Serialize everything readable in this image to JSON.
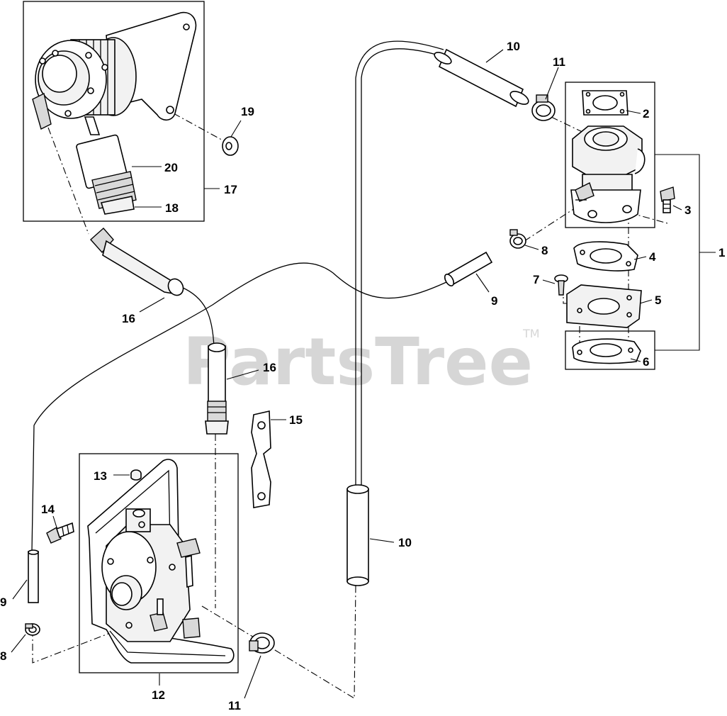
{
  "watermark": {
    "text": "PartsTree",
    "tm": "TM"
  },
  "callouts": {
    "c1": "1",
    "c2": "2",
    "c3": "3",
    "c4": "4",
    "c5": "5",
    "c6": "6",
    "c7": "7",
    "c8a": "8",
    "c8b": "8",
    "c9a": "9",
    "c9b": "9",
    "c10a": "10",
    "c10b": "10",
    "c11a": "11",
    "c11b": "11",
    "c12": "12",
    "c13": "13",
    "c14": "14",
    "c15": "15",
    "c16a": "16",
    "c16b": "16",
    "c17": "17",
    "c18": "18",
    "c19": "19",
    "c20": "20"
  }
}
